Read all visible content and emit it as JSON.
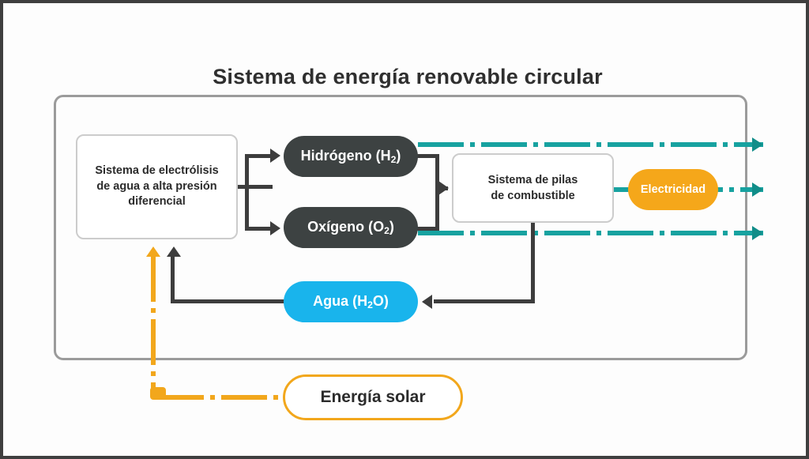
{
  "title": "Sistema de energía renovable circular",
  "nodes": {
    "electrolysis": {
      "label": "Sistema de electrólisis de agua a alta presión diferencial",
      "line1": "Sistema de electrólisis",
      "line2": "de agua a alta presión",
      "line3": "diferencial"
    },
    "hydrogen": {
      "label": "Hidrógeno (H",
      "sub": "2",
      "tail": ")"
    },
    "oxygen": {
      "label": "Oxígeno (O",
      "sub": "2",
      "tail": ")"
    },
    "fuelcell": {
      "label": "Sistema de pilas de combustible",
      "line1": "Sistema de pilas",
      "line2": "de combustible"
    },
    "electricity": {
      "label": "Electricidad"
    },
    "water": {
      "label": "Agua (H",
      "sub": "2",
      "tail": "O)"
    },
    "solar": {
      "label": "Energía solar"
    }
  },
  "colors": {
    "hydrogen_fill": "#3d4242",
    "oxygen_fill": "#3d4242",
    "water_fill": "#19b4ec",
    "electricity_fill": "#f5a71a",
    "solar_border": "#f2a71c",
    "electricity_line": "#17a2a0",
    "solar_line": "#f2a71c",
    "connector_line": "#3d3d3d",
    "frame_border": "#9b9b9b",
    "title_text": "#2f2f2f",
    "page_border": "#3f3f3f"
  },
  "flows": [
    {
      "name": "electrolysis-to-hydrogen",
      "from": "electrolysis",
      "to": "hydrogen",
      "style": "solid-dark"
    },
    {
      "name": "electrolysis-to-oxygen",
      "from": "electrolysis",
      "to": "oxygen",
      "style": "solid-dark"
    },
    {
      "name": "hydrogen-to-fuelcell",
      "from": "hydrogen",
      "to": "fuelcell",
      "style": "solid-dark"
    },
    {
      "name": "oxygen-to-fuelcell",
      "from": "oxygen",
      "to": "fuelcell",
      "style": "solid-dark"
    },
    {
      "name": "fuelcell-to-water",
      "from": "fuelcell",
      "to": "water",
      "style": "solid-dark"
    },
    {
      "name": "water-to-electrolysis",
      "from": "water",
      "to": "electrolysis",
      "style": "solid-dark"
    },
    {
      "name": "solar-to-electrolysis",
      "from": "solar",
      "to": "electrolysis",
      "style": "dash-dot-orange"
    },
    {
      "name": "electricity-output-top",
      "from": "fuelcell",
      "to": "external",
      "style": "dash-dot-teal"
    },
    {
      "name": "electricity-output-middle",
      "from": "electricity",
      "to": "external",
      "style": "dash-dot-teal"
    },
    {
      "name": "electricity-output-bottom",
      "from": "fuelcell",
      "to": "external",
      "style": "dash-dot-teal"
    }
  ]
}
